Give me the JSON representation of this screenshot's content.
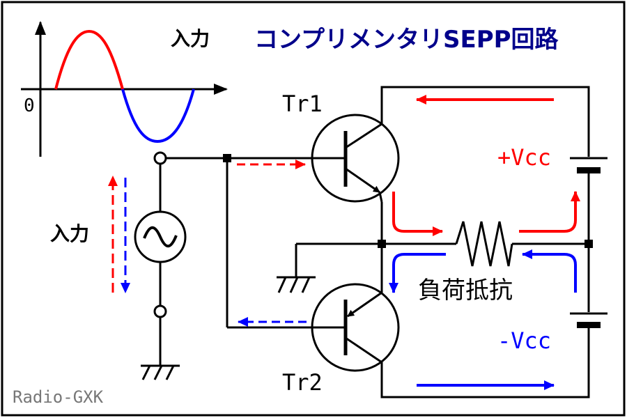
{
  "title": "コンプリメンタリSEPP回路",
  "input_label_top": "入力",
  "input_label_side": "入力",
  "zero_label": "0",
  "tr1_label": "Tr1",
  "tr2_label": "Tr2",
  "vcc_pos_label": "+Vcc",
  "vcc_neg_label": "-Vcc",
  "load_label": "負荷抵抗",
  "credit": "Radio-GXK",
  "colors": {
    "line": "#000000",
    "positive": "#ff0000",
    "negative": "#0000ff",
    "title": "#00008b",
    "credit": "#777777",
    "border": "#000000"
  }
}
